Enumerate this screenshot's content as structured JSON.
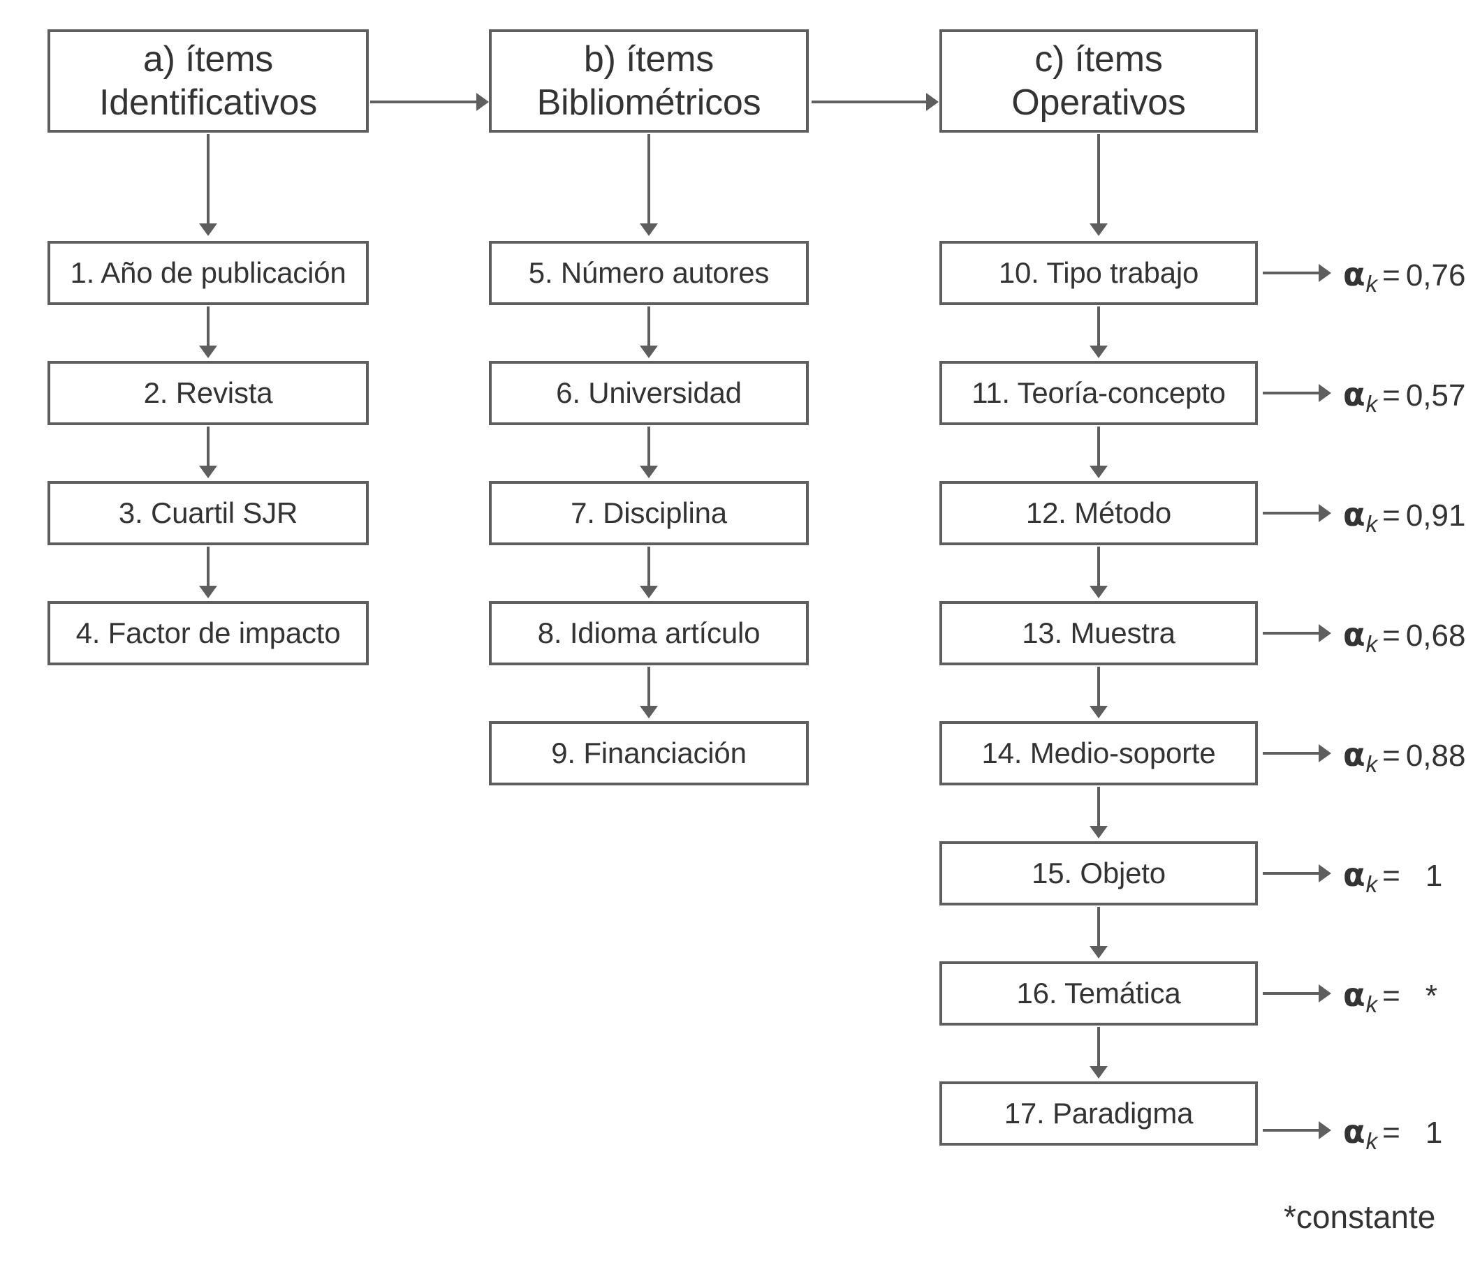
{
  "diagram": {
    "title_hidden": "",
    "colors": {
      "stroke": "#5e5e5e",
      "text": "#333333",
      "background": "#ffffff"
    },
    "columns": [
      {
        "id": "a",
        "header": "a) ítems\nIdentificativos",
        "items": [
          {
            "label": "1. Año de publicación"
          },
          {
            "label": "2. Revista"
          },
          {
            "label": "3. Cuartil SJR"
          },
          {
            "label": "4. Factor de impacto"
          }
        ]
      },
      {
        "id": "b",
        "header": "b) ítems\nBibliométricos",
        "items": [
          {
            "label": "5. Número autores"
          },
          {
            "label": "6. Universidad"
          },
          {
            "label": "7. Disciplina"
          },
          {
            "label": "8. Idioma artículo"
          },
          {
            "label": "9. Financiación"
          }
        ]
      },
      {
        "id": "c",
        "header": "c) ítems\nOperativos",
        "items": [
          {
            "label": "10. Tipo trabajo",
            "alpha_symbol": "α",
            "alpha_sub": "k",
            "alpha_eq": "=",
            "alpha_value": "0,76"
          },
          {
            "label": "11. Teoría-concepto",
            "alpha_symbol": "α",
            "alpha_sub": "k",
            "alpha_eq": "=",
            "alpha_value": "0,57"
          },
          {
            "label": "12. Método",
            "alpha_symbol": "α",
            "alpha_sub": "k",
            "alpha_eq": "=",
            "alpha_value": "0,91"
          },
          {
            "label": "13. Muestra",
            "alpha_symbol": "α",
            "alpha_sub": "k",
            "alpha_eq": "=",
            "alpha_value": "0,68"
          },
          {
            "label": "14. Medio-soporte",
            "alpha_symbol": "α",
            "alpha_sub": "k",
            "alpha_eq": "=",
            "alpha_value": "0,88"
          },
          {
            "label": "15. Objeto",
            "alpha_symbol": "α",
            "alpha_sub": "k",
            "alpha_eq": "=",
            "alpha_value": "1"
          },
          {
            "label": "16. Temática",
            "alpha_symbol": "α",
            "alpha_sub": "k",
            "alpha_eq": "=",
            "alpha_value": "*"
          },
          {
            "label": "17. Paradigma",
            "alpha_symbol": "α",
            "alpha_sub": "k",
            "alpha_eq": "=",
            "alpha_value": "1"
          }
        ]
      }
    ],
    "footnote": "*constante"
  }
}
